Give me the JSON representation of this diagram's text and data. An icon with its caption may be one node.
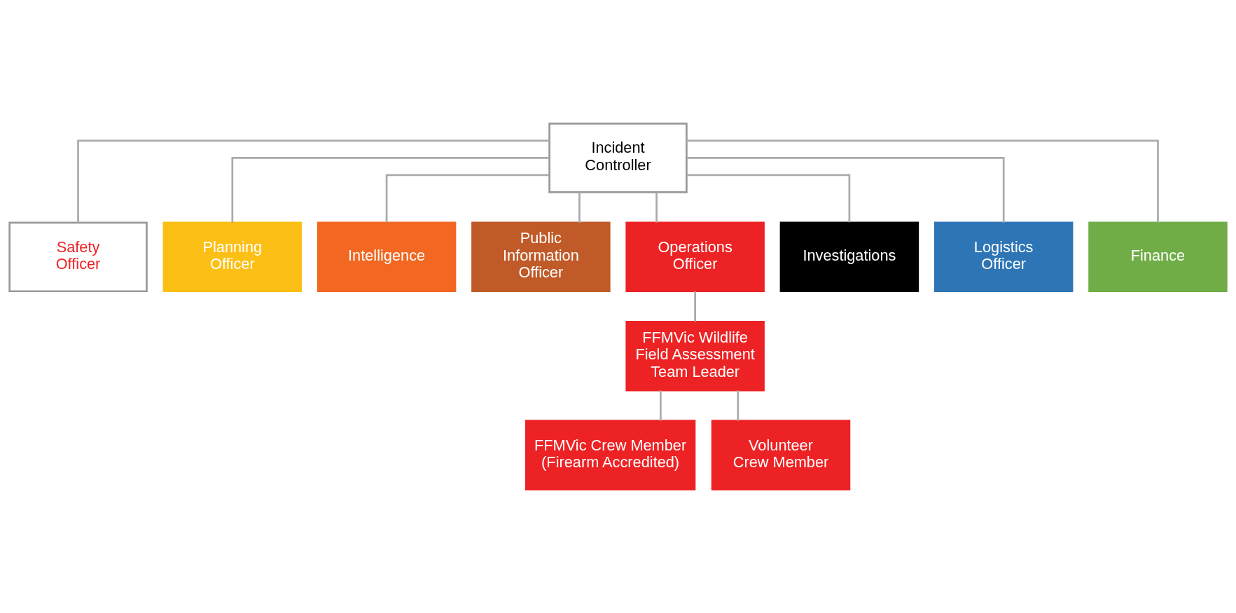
{
  "diagram": {
    "nodes": [
      {
        "text": [
          "Incident Controller"
        ]
      },
      {
        "text": [
          "Safety Officer"
        ]
      },
      {
        "text": [
          "Planning Officer"
        ]
      },
      {
        "text": [
          "Intelligence"
        ]
      },
      {
        "text": [
          "Public Information Officer"
        ]
      },
      {
        "text": [
          "Operations Officer"
        ]
      },
      {
        "text": [
          "Investigations"
        ]
      },
      {
        "text": [
          "Logistics Officer"
        ]
      },
      {
        "text": [
          "Finance"
        ]
      },
      {
        "text": [
          "FFMVic Wildlife Field Assessment Team Leader"
        ]
      },
      {
        "text": [
          "FFMVic Crew Member (Firearm Accredited)"
        ]
      },
      {
        "text": [
          "Volunteer Crew Member"
        ]
      }
    ],
    "edges": [
      {
        "from": 0,
        "to": 1,
        "arrow": "none"
      },
      {
        "from": 0,
        "to": 2,
        "arrow": "none"
      },
      {
        "from": 0,
        "to": 3,
        "arrow": "none"
      },
      {
        "from": 0,
        "to": 4,
        "arrow": "none"
      },
      {
        "from": 0,
        "to": 5,
        "arrow": "none"
      },
      {
        "from": 0,
        "to": 6,
        "arrow": "none"
      },
      {
        "from": 0,
        "to": 7,
        "arrow": "none"
      },
      {
        "from": 0,
        "to": 8,
        "arrow": "none"
      },
      {
        "from": 5,
        "to": 9,
        "arrow": "none"
      },
      {
        "from": 9,
        "to": 10,
        "arrow": "none"
      },
      {
        "from": 9,
        "to": 11,
        "arrow": "none"
      }
    ]
  }
}
